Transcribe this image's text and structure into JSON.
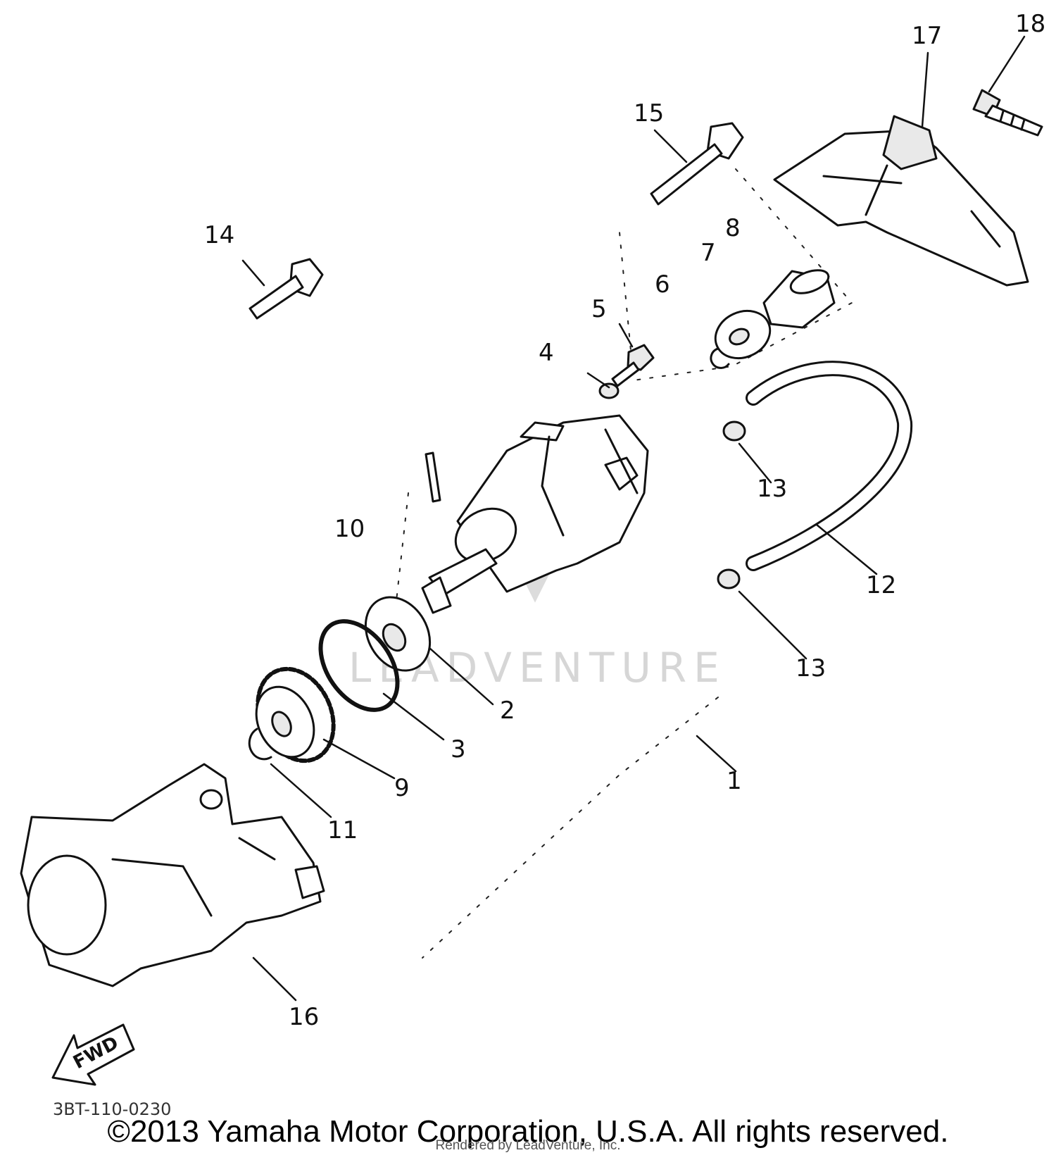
{
  "callouts": {
    "c1": "1",
    "c2": "2",
    "c3": "3",
    "c4": "4",
    "c5": "5",
    "c6": "6",
    "c7": "7",
    "c8": "8",
    "c9": "9",
    "c10": "10",
    "c11": "11",
    "c12": "12",
    "c13a": "13",
    "c13b": "13",
    "c14": "14",
    "c15": "15",
    "c16": "16",
    "c17": "17",
    "c18": "18"
  },
  "fwd_label": "FWD",
  "drawing_code": "3BT-110-0230",
  "watermark": "LEADVENTURE",
  "copyright": "©2013 Yamaha Motor Corporation, U.S.A. All rights reserved.",
  "rendered_by": "Rendered by LeadVenture, Inc.",
  "colors": {
    "ink": "#111111",
    "background": "#ffffff",
    "watermark": "#d6d6d6"
  }
}
